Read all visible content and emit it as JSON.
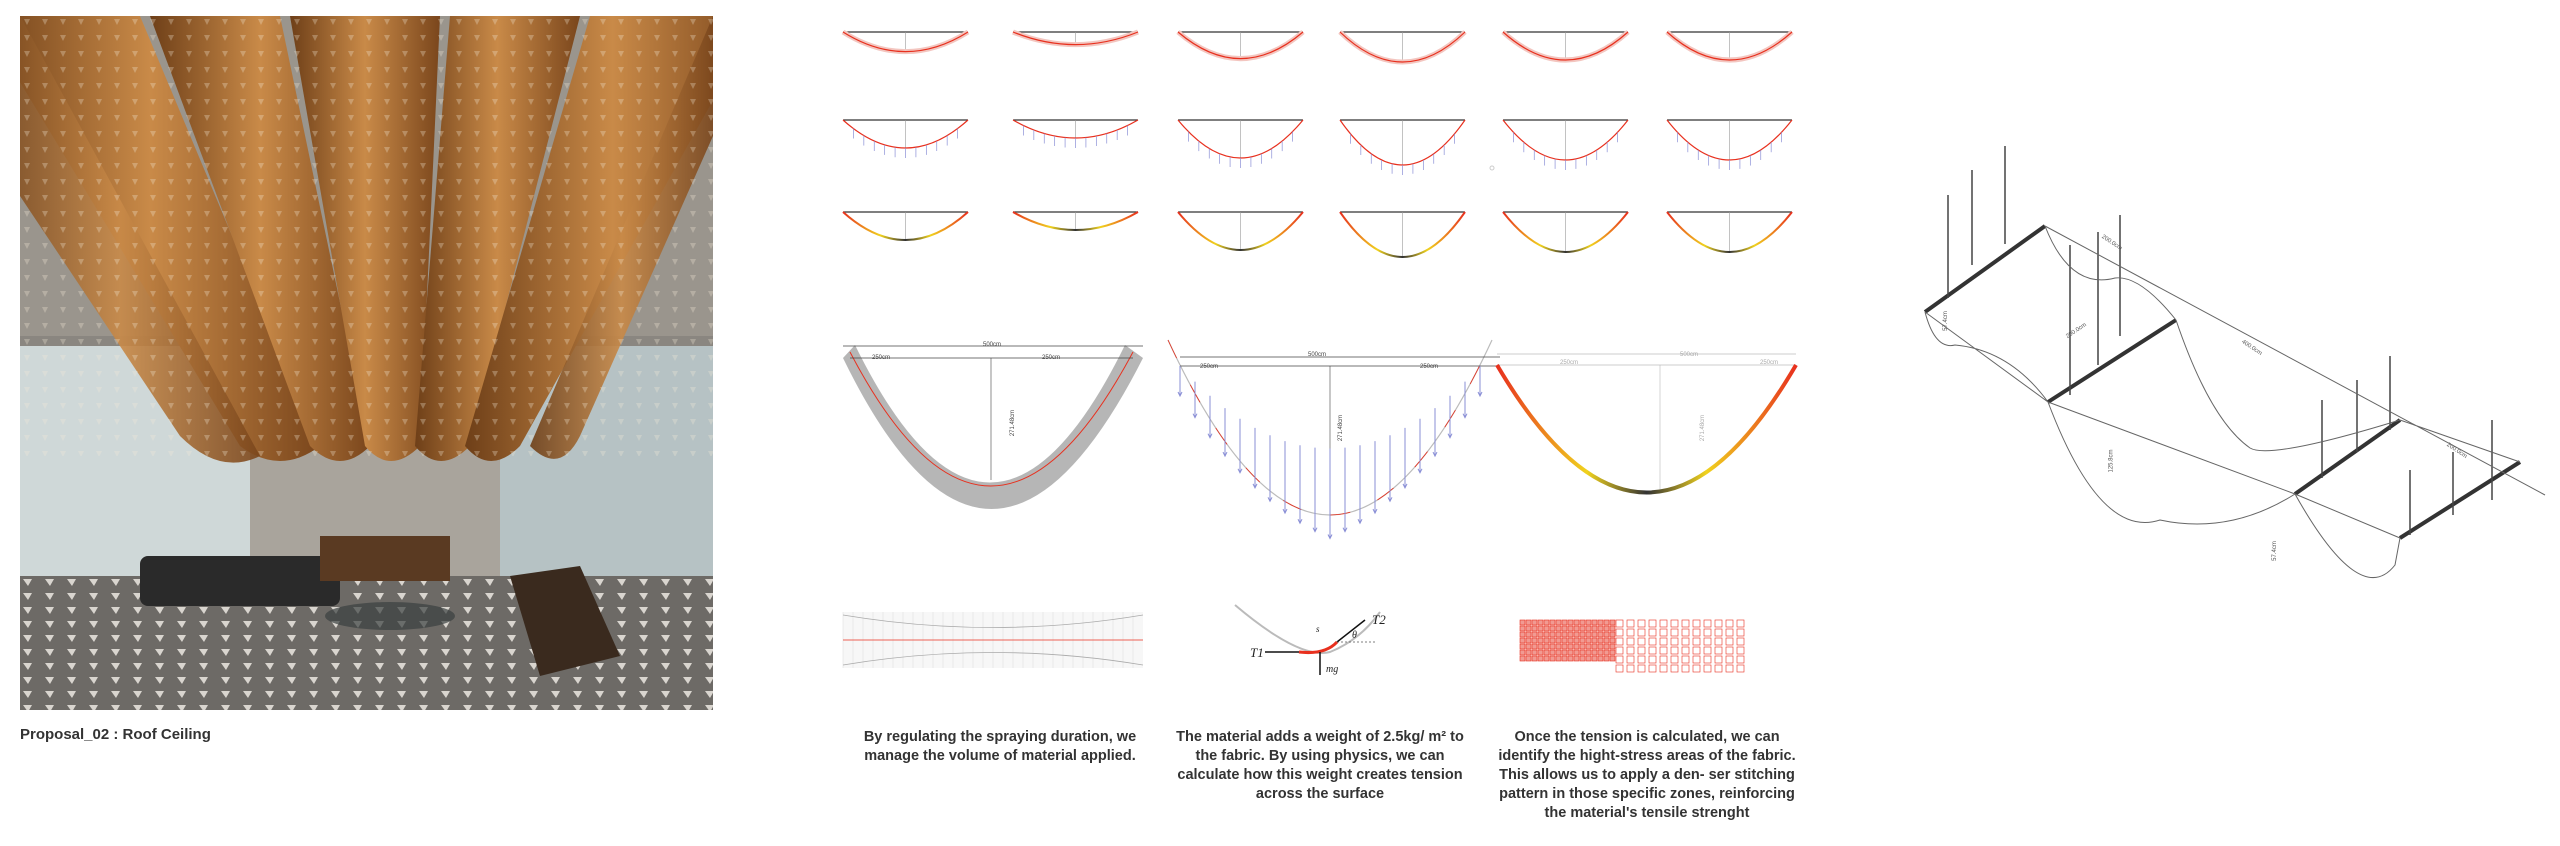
{
  "board": {
    "caption": "Proposal_02 : Roof Ceiling",
    "descriptions": [
      "By regulating the spraying duration, we manage the volume of material applied.",
      "The material adds a weight of 2.5kg/ m² to the fabric. By using physics, we can calculate how this weight creates tension across the surface",
      "Once the tension is calculated, we can identify the hight-stress areas of the fabric. This allows us to apply a den- ser stitching pattern in those specific zones, reinforcing the material's tensile strenght"
    ]
  },
  "diagrams": {
    "span_total": "500cm",
    "span_half": "250cm",
    "sag": "271.48cm",
    "physics": {
      "t1": "T1",
      "t2": "T2",
      "theta": "θ",
      "s": "s",
      "mg": "mg"
    }
  },
  "isometric": {
    "labels": [
      "200.0cm",
      "200.0cm",
      "400.0cm",
      "200.0cm",
      "57.4cm",
      "125.8cm",
      "57.4cm"
    ]
  },
  "colors": {
    "vault": "#b8763a",
    "tension_high": "#e8301e",
    "tension_low": "#f0d21e",
    "load": "#8a8fd6"
  }
}
